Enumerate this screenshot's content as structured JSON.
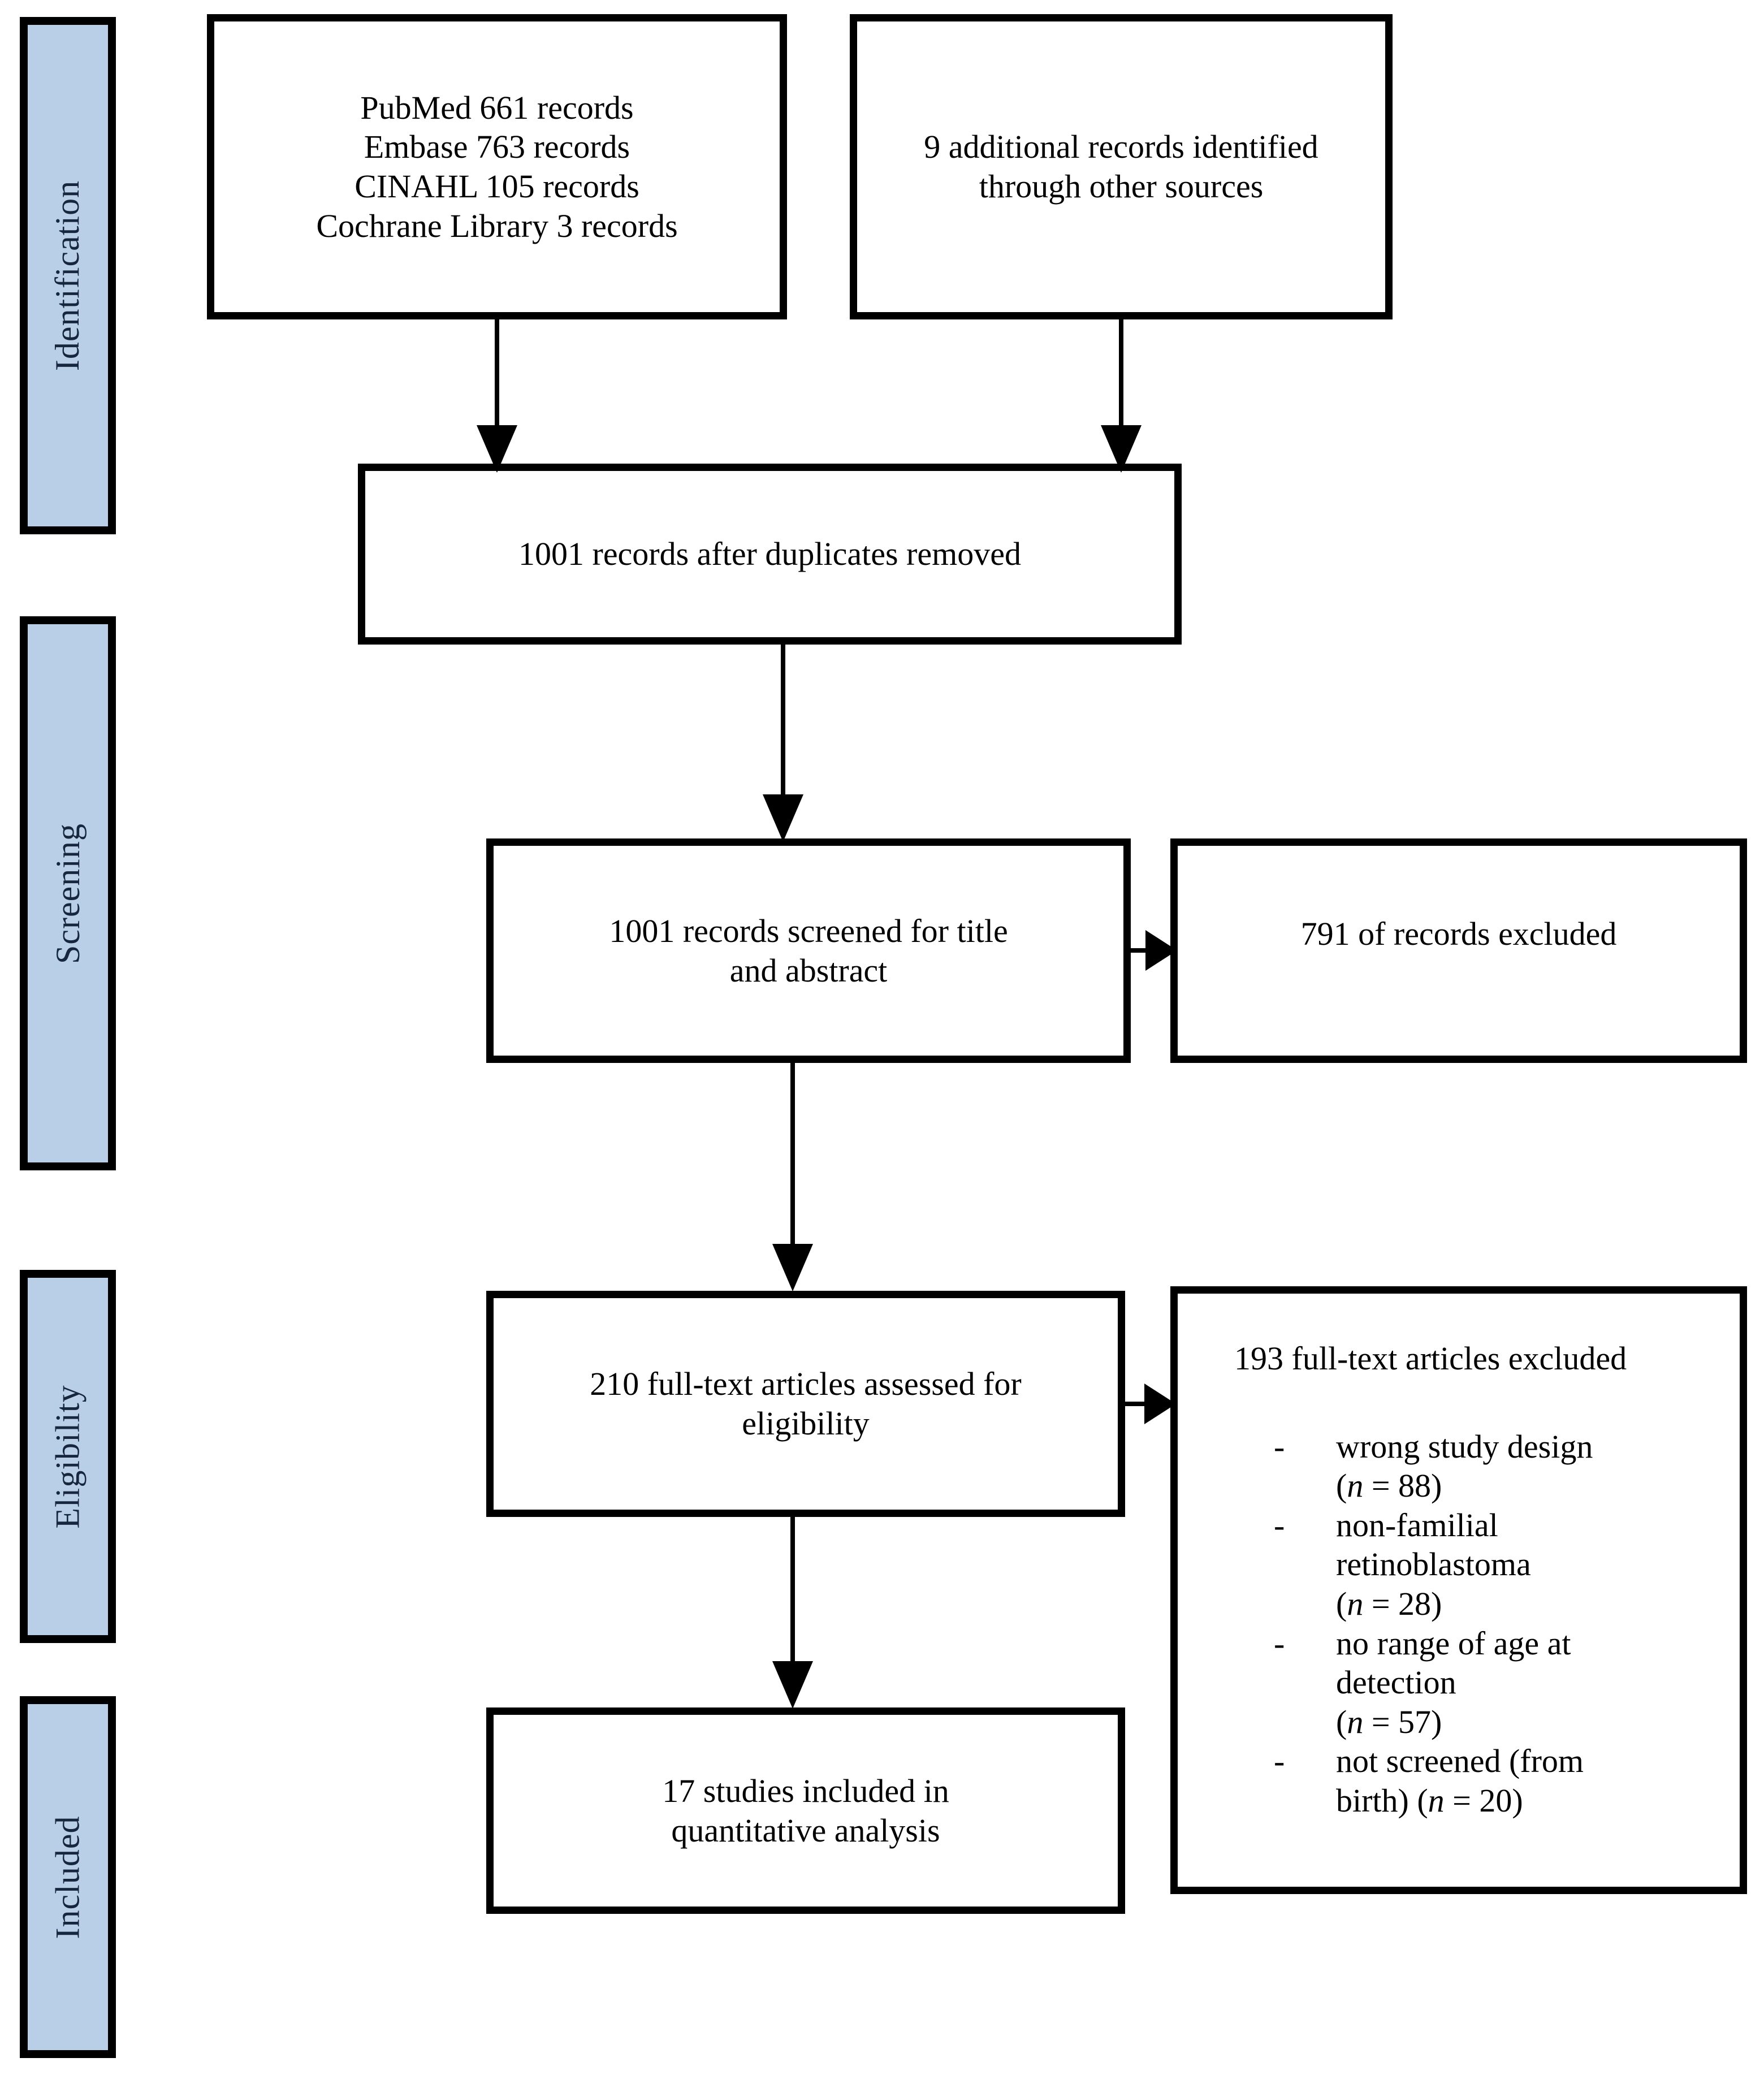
{
  "flowchart": {
    "stages": [
      {
        "label": "Identification"
      },
      {
        "label": "Screening"
      },
      {
        "label": "Eligibility"
      },
      {
        "label": "Included"
      }
    ],
    "boxes": {
      "sources": {
        "lines": [
          "PubMed 661 records",
          "Embase 763 records",
          "CINAHL 105 records",
          "Cochrane Library 3 records"
        ]
      },
      "additional": {
        "lines": [
          "9 additional records identified",
          "through other sources"
        ]
      },
      "duplicates_removed": {
        "lines": [
          "1001 records after duplicates removed"
        ]
      },
      "screened": {
        "lines": [
          "1001 records screened for title",
          "and abstract"
        ]
      },
      "records_excluded": {
        "lines": [
          "791 of records excluded"
        ]
      },
      "fulltext_assessed": {
        "lines": [
          "210 full-text articles assessed for",
          "eligibility"
        ]
      },
      "fulltext_excluded": {
        "title": "193 full-text articles excluded",
        "bullet_char": "-",
        "reasons": [
          {
            "lines": [
              "wrong study design",
              "(n = 88)"
            ]
          },
          {
            "lines": [
              "non-familial",
              "retinoblastoma",
              "(n = 28)"
            ]
          },
          {
            "lines": [
              "no range of age at",
              "detection",
              "(n = 57)"
            ]
          },
          {
            "lines": [
              "not screened (from",
              "birth) (n = 20)"
            ]
          }
        ]
      },
      "included_studies": {
        "lines": [
          "17 studies included in",
          "quantitative analysis"
        ]
      }
    },
    "colors": {
      "stage_fill": "#b9cfe8",
      "stage_text": "#16263c",
      "border": "#000000",
      "box_fill": "#ffffff"
    }
  }
}
